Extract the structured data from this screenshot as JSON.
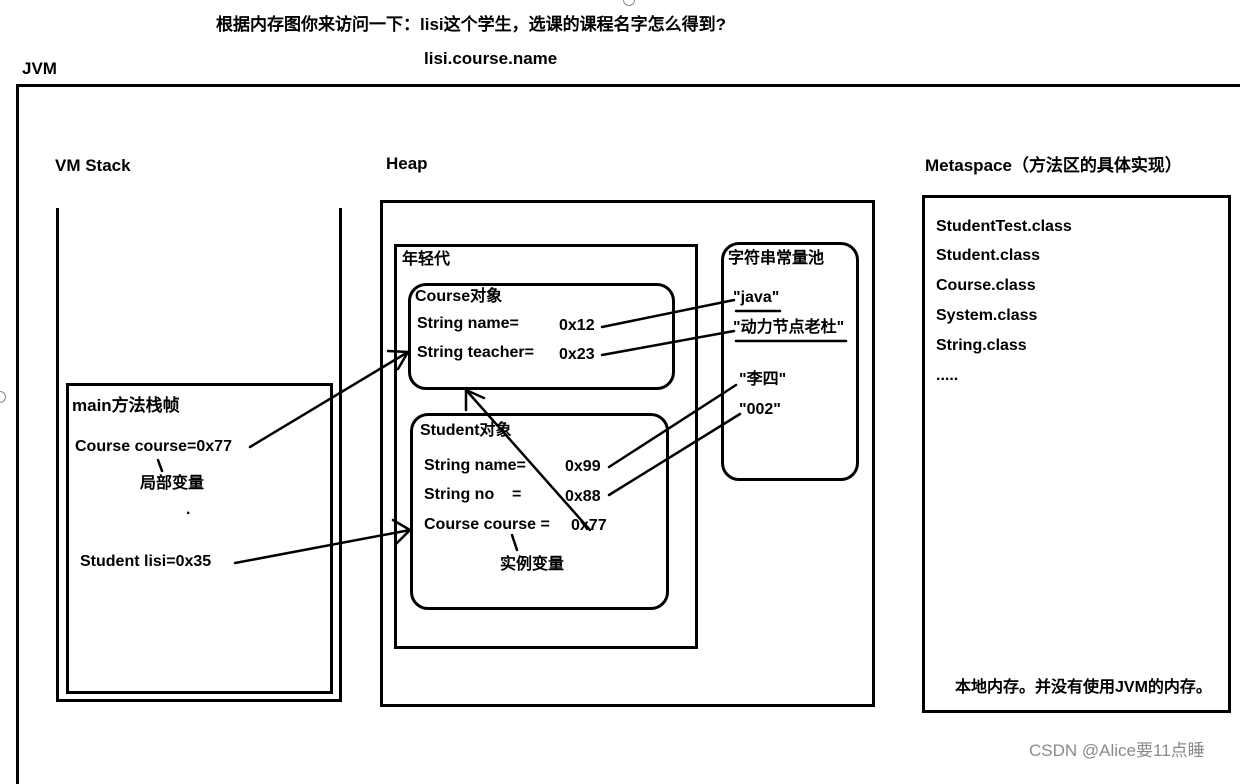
{
  "header": {
    "question": "根据内存图你来访问一下：lisi这个学生，选课的课程名字怎么得到?",
    "answer": "lisi.course.name"
  },
  "jvm": {
    "label": "JVM"
  },
  "vm_stack": {
    "title": "VM Stack",
    "frame_title": "main方法栈帧",
    "course_var": "Course course=0x77",
    "local_var_note": "局部变量",
    "dot": ".",
    "student_var": "Student lisi=0x35"
  },
  "heap": {
    "title": "Heap",
    "young_gen": "年轻代",
    "course_object": {
      "title": "Course对象",
      "name_field": "String name=",
      "name_value": "0x12",
      "teacher_field": "String teacher=",
      "teacher_value": "0x23"
    },
    "student_object": {
      "title": "Student对象",
      "name_field": "String name=",
      "name_value": "0x99",
      "no_field": "String no    =",
      "no_value": "0x88",
      "course_field": "Course course =",
      "course_value": "0x77",
      "instance_var_note": "实例变量"
    },
    "string_pool": {
      "title": "字符串常量池",
      "entries": [
        "\"java\"",
        "\"动力节点老杜\"",
        "\"李四\"",
        "\"002\""
      ]
    }
  },
  "metaspace": {
    "title": "Metaspace（方法区的具体实现）",
    "classes": [
      "StudentTest.class",
      "Student.class",
      "Course.class",
      "System.class",
      "String.class",
      "....."
    ],
    "note": "本地内存。并没有使用JVM的内存。"
  },
  "watermark": "CSDN @Alice要11点睡"
}
